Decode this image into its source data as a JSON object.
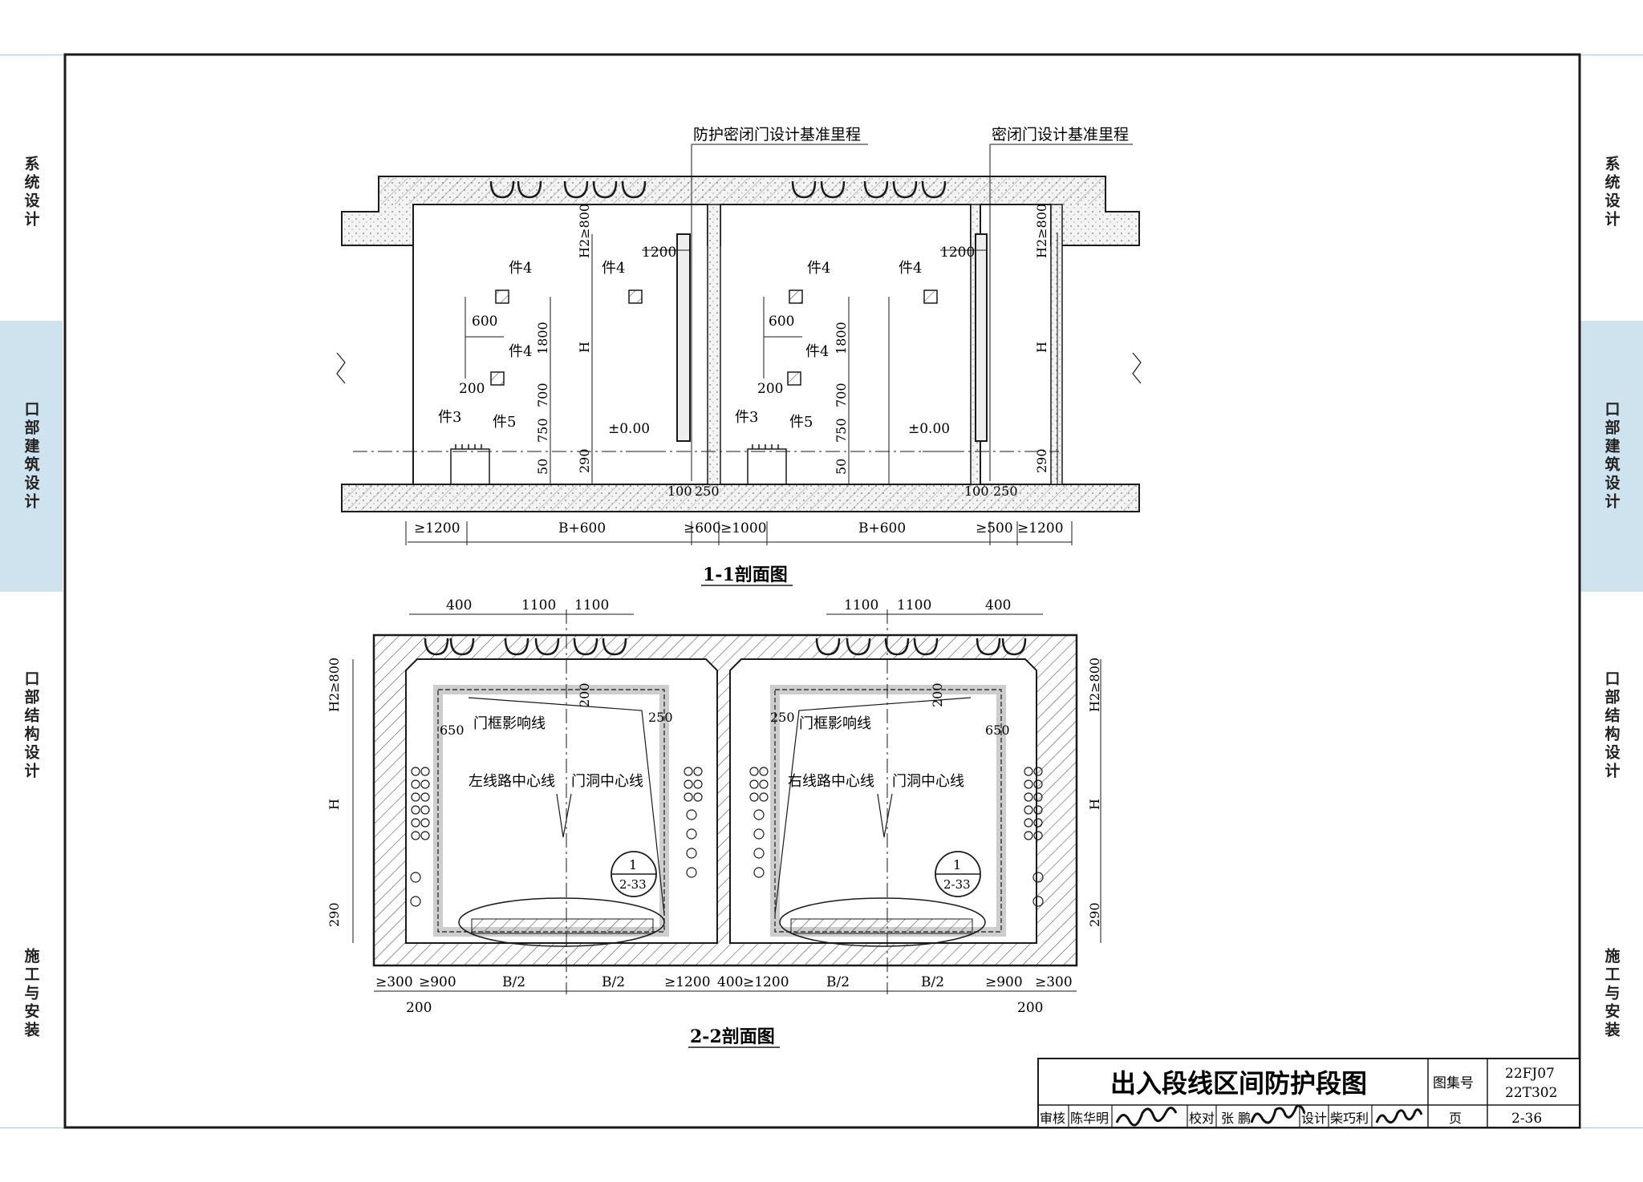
{
  "side_tabs": [
    {
      "label": "系统设计",
      "active": false
    },
    {
      "label": "口部建筑设计",
      "active": true
    },
    {
      "label": "口部结构设计",
      "active": false
    },
    {
      "label": "施工与安装",
      "active": false
    }
  ],
  "colors": {
    "active_tab": "#cfe3ee",
    "guide_line": "#9ccfe0",
    "line": "#1a1a1a",
    "hatch": "#555555"
  },
  "section1": {
    "title": "1-1剖面图",
    "ref_protective_door": "防护密闭门设计基准里程",
    "ref_airtight_door": "密闭门设计基准里程",
    "labels": {
      "piece4": "件4",
      "piece3": "件3",
      "piece5": "件5",
      "d1200": "1200",
      "d600": "600",
      "d200": "200",
      "d1800": "1800",
      "d700": "700",
      "d750": "750",
      "d50": "50",
      "d290": "290",
      "h": "H",
      "h2": "H2≥800",
      "elev": "±0.00",
      "d100": "100",
      "d250": "250"
    },
    "bottom_dims": [
      "≥1200",
      "B+600",
      "≥600",
      "≥1000",
      "B+600",
      "≥500",
      "≥1200"
    ]
  },
  "section2": {
    "title": "2-2剖面图",
    "top_dims_left": [
      "400",
      "1100",
      "1100"
    ],
    "top_dims_right": [
      "1100",
      "1100",
      "400"
    ],
    "door_frame_line": "门框影响线",
    "left_center": "左线路中心线",
    "right_center": "右线路中心线",
    "door_center": "门洞中心线",
    "d200": "200",
    "d250": "250",
    "d650": "650",
    "d290": "290",
    "h": "H",
    "h2": "H2≥800",
    "detail_num": "1",
    "detail_page": "2-33",
    "bottom_dims": [
      "≥300",
      "≥900",
      "B/2",
      "B/2",
      "≥1200",
      "400",
      "≥1200",
      "B/2",
      "B/2",
      "≥900",
      "≥300"
    ],
    "bottom_sub": [
      "200",
      "200"
    ]
  },
  "title_block": {
    "title": "出入段线区间防护段图",
    "atlas_label": "图集号",
    "atlas_no_1": "22FJ07",
    "atlas_no_2": "22T302",
    "review_label": "审核",
    "reviewer": "陈华明",
    "check_label": "校对",
    "checker": "张 鹏",
    "design_label": "设计",
    "designer": "柴巧利",
    "page_label": "页",
    "page_no": "2-36"
  }
}
